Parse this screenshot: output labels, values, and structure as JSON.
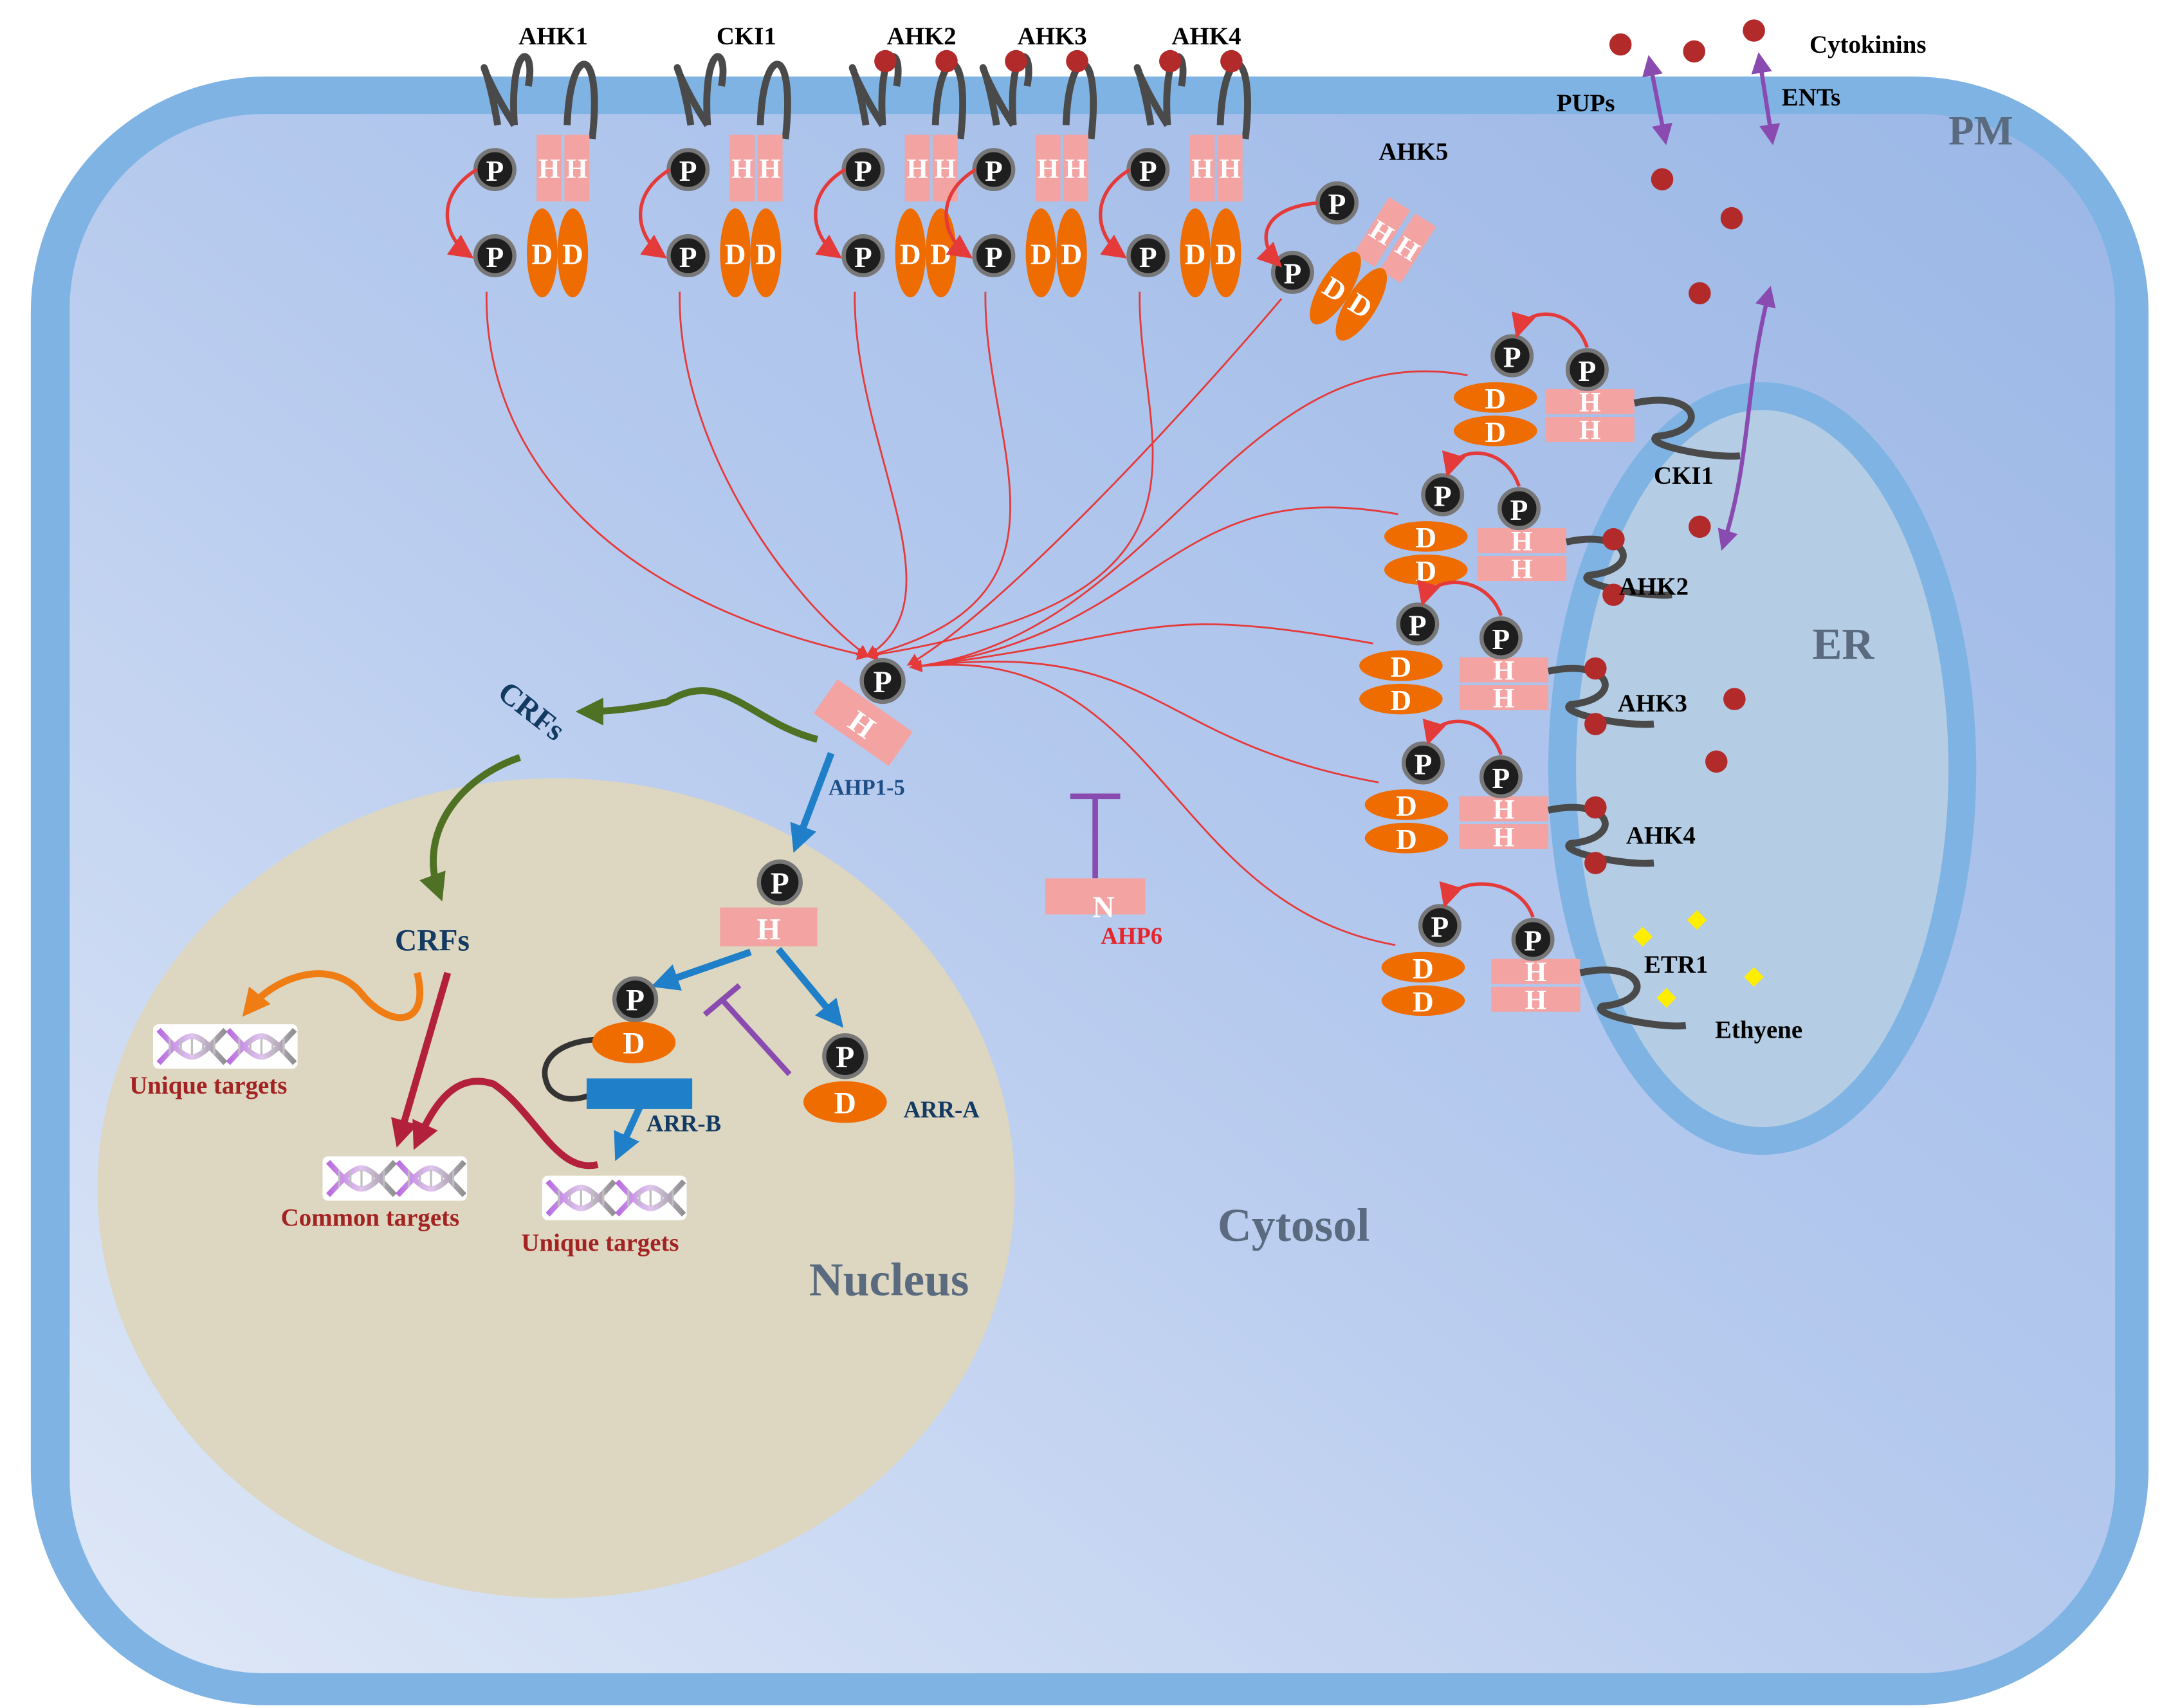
{
  "labels": {
    "pm": "PM",
    "er": "ER",
    "cytosol": "Cytosol",
    "nucleus": "Nucleus",
    "cytokinins": "Cytokinins",
    "pups": "PUPs",
    "ents": "ENTs",
    "ethylene": "Ethyene",
    "ahp_main": "AHP1-5",
    "ahp6": "AHP6",
    "arr_a": "ARR-A",
    "arr_b": "ARR-B",
    "crfs_cyto": "CRFs",
    "crfs_nuc": "CRFs",
    "unique_targets_1": "Unique targets",
    "common_targets": "Common targets",
    "unique_targets_2": "Unique targets"
  },
  "pm_receptors": [
    "AHK1",
    "CKI1",
    "AHK2",
    "AHK3",
    "AHK4"
  ],
  "ahk5_label": "AHK5",
  "er_receptors": [
    "CKI1",
    "AHK2",
    "AHK3",
    "AHK4",
    "ETR1"
  ],
  "domain_letters": {
    "phospho": "P",
    "histidine": "H",
    "aspartate": "D",
    "n_terminal": "N"
  },
  "colors": {
    "membrane": "#7fb3e3",
    "cytoplasm": "#b9ccee",
    "er_lumen": "#b4cde4",
    "nucleus": "#ddd6c0",
    "h_domain": "#f2a3a2",
    "d_domain": "#ef6c00",
    "cytokinin": "#b22a2a",
    "ethylene": "#ffee00",
    "red_arrow": "#e53a3a",
    "blue_arrow": "#1f7fc9",
    "green_arrow": "#4e7124",
    "crimson_arrow": "#b3203c",
    "orange_arrow": "#f07c14",
    "purple": "#8a4bb0",
    "dark_label": "#123a62",
    "target_label": "#a32222"
  }
}
